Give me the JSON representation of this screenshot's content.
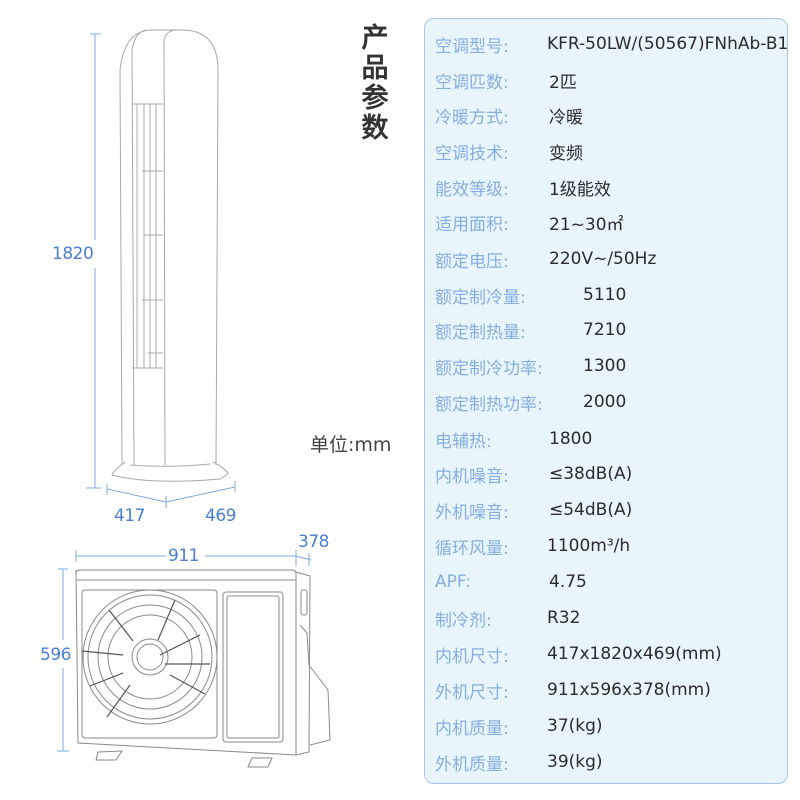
{
  "title": [
    "产",
    "品",
    "参",
    "数"
  ],
  "unit_label": "单位:mm",
  "dimensions": {
    "indoor_height": "1820",
    "indoor_width": "417",
    "indoor_depth": "469",
    "outdoor_width": "911",
    "outdoor_height": "596",
    "outdoor_depth": "378"
  },
  "colors": {
    "dimension_blue": "#4a7fd4",
    "label_blue": "#86aee0",
    "panel_bg": "#e9f5fd",
    "panel_border": "#a9c6e6",
    "line_gray": "#9a9a9a"
  },
  "specs": [
    {
      "label": "空调型号:",
      "value": "KFR-50LW/(50567)FNhAb-B1"
    },
    {
      "label": "空调匹数:",
      "value": "2匹"
    },
    {
      "label": "冷暖方式:",
      "value": "冷暖"
    },
    {
      "label": "空调技术:",
      "value": "变频"
    },
    {
      "label": "能效等级:",
      "value": "1级能效"
    },
    {
      "label": "适用面积:",
      "value": "21~30㎡"
    },
    {
      "label": "额定电压:",
      "value": "220V~/50Hz"
    },
    {
      "label": "额定制冷量:",
      "value": "5110"
    },
    {
      "label": "额定制热量:",
      "value": "7210"
    },
    {
      "label": "额定制冷功率:",
      "value": "1300"
    },
    {
      "label": "额定制热功率:",
      "value": "2000"
    },
    {
      "label": "电辅热:",
      "value": "1800"
    },
    {
      "label": "内机噪音:",
      "value": "≤38dB(A)"
    },
    {
      "label": "外机噪音:",
      "value": "≤54dB(A)"
    },
    {
      "label": "循环风量:",
      "value": "1100m³/h"
    },
    {
      "label": "APF:",
      "value": "4.75"
    },
    {
      "label": "制冷剂:",
      "value": "R32"
    },
    {
      "label": "内机尺寸:",
      "value": "417x1820x469(mm)"
    },
    {
      "label": "外机尺寸:",
      "value": "911x596x378(mm)"
    },
    {
      "label": "内机质量:",
      "value": "37(kg)"
    },
    {
      "label": "外机质量:",
      "value": "39(kg)"
    }
  ]
}
